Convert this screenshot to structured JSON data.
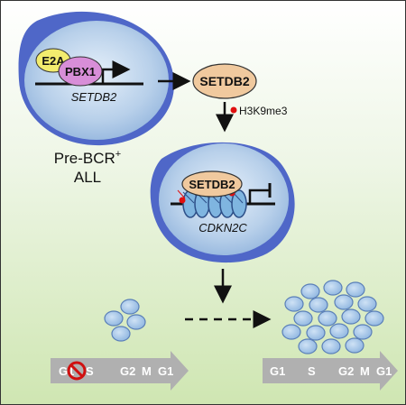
{
  "top_left_cell": {
    "factors": [
      "E2A",
      "PBX1"
    ],
    "gene": "SETDB2",
    "cell_label_line1": "Pre-BCR",
    "cell_label_sup": "+",
    "cell_label_line2": "ALL"
  },
  "protein": {
    "label": "SETDB2"
  },
  "mark": {
    "label": "H3K9me3"
  },
  "bottom_cell": {
    "protein": "SETDB2",
    "gene": "CDKN2C"
  },
  "cell_cycle_left": {
    "phases": [
      "G1",
      "S",
      "G2",
      "M",
      "G1"
    ]
  },
  "cell_cycle_right": {
    "phases": [
      "G1",
      "S",
      "G2",
      "M",
      "G1"
    ]
  },
  "colors": {
    "nucleus_border": "#4f67c8",
    "nucleus_fill": "#b4cde8",
    "e2a": "#f2ec6e",
    "pbx1": "#d88ed8",
    "setdb2": "#f0c99e",
    "nucleosome": "#7fb5e0",
    "mark": "#e01010",
    "arrow_bar": "#b0b0b0"
  }
}
